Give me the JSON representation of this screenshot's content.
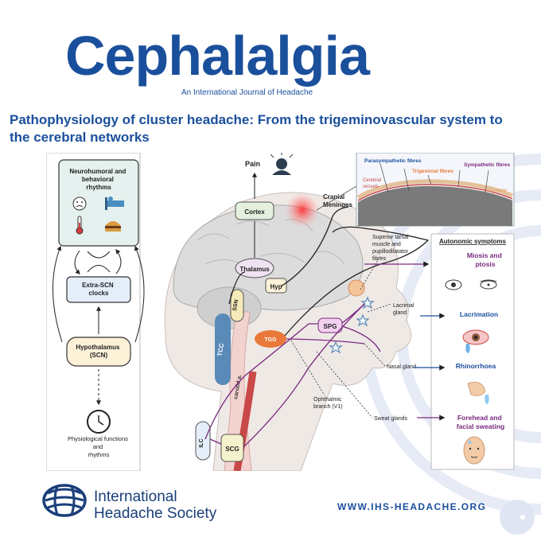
{
  "journal": {
    "name": "Cephalalgia",
    "subtitle": "An International Journal of Headache"
  },
  "article": {
    "title": "Pathophysiology of cluster headache: From the trigeminovascular system to the cerebral networks"
  },
  "left_panel": {
    "rhythms_label": "Neurohumoral and behavioral rhythms",
    "extra_scn": "Extra-SCN clocks",
    "hypothalamus": "Hypothalamus (SCN)",
    "physiological": "Physiological functions and rhythms"
  },
  "brain": {
    "pain": "Pain",
    "cortex": "Cortex",
    "thalamus": "Thalamus",
    "hyp": "Hyp",
    "tcc": "TCC",
    "ssn": "SSN",
    "tgg": "TGG",
    "spg": "SPG",
    "carotid": "carotid a.",
    "ilc": "ILC",
    "scg": "SCG",
    "cranial_meninges": "Cranial Meninges",
    "ophthalmic": "Ophthalmic branch (V1)",
    "superior_tarsal": "Superior tarsal muscle and pupillodilatator fibres",
    "lacrimal_gland": "Lacrimal gland",
    "nasal_gland": "Nasal gland",
    "sweat_glands": "Sweat glands"
  },
  "meninges_inset": {
    "parasympathetic": "Parasympathetic fibres",
    "trigeminal": "Trigeminal fibres",
    "sympathetic": "Sympathetic fibres",
    "cerebral_vessels": "Cerebral vessels",
    "dura_mater": "Dura mater"
  },
  "autonomic": {
    "header": "Autonomic symptoms",
    "miosis": "Miosis and ptosis",
    "lacrimation": "Lacrimation",
    "rhinorrhoea": "Rhinorrhoea",
    "sweating": "Forehead and facial sweating"
  },
  "footer": {
    "org_line1": "International",
    "org_line2": "Headache Society",
    "website": "WWW.IHS-HEADACHE.ORG"
  },
  "colors": {
    "brand_blue": "#1a4f9c",
    "purple": "#7a2a7e",
    "teal_box": "#e4f1ee",
    "orange_tgg": "#e8793a"
  }
}
